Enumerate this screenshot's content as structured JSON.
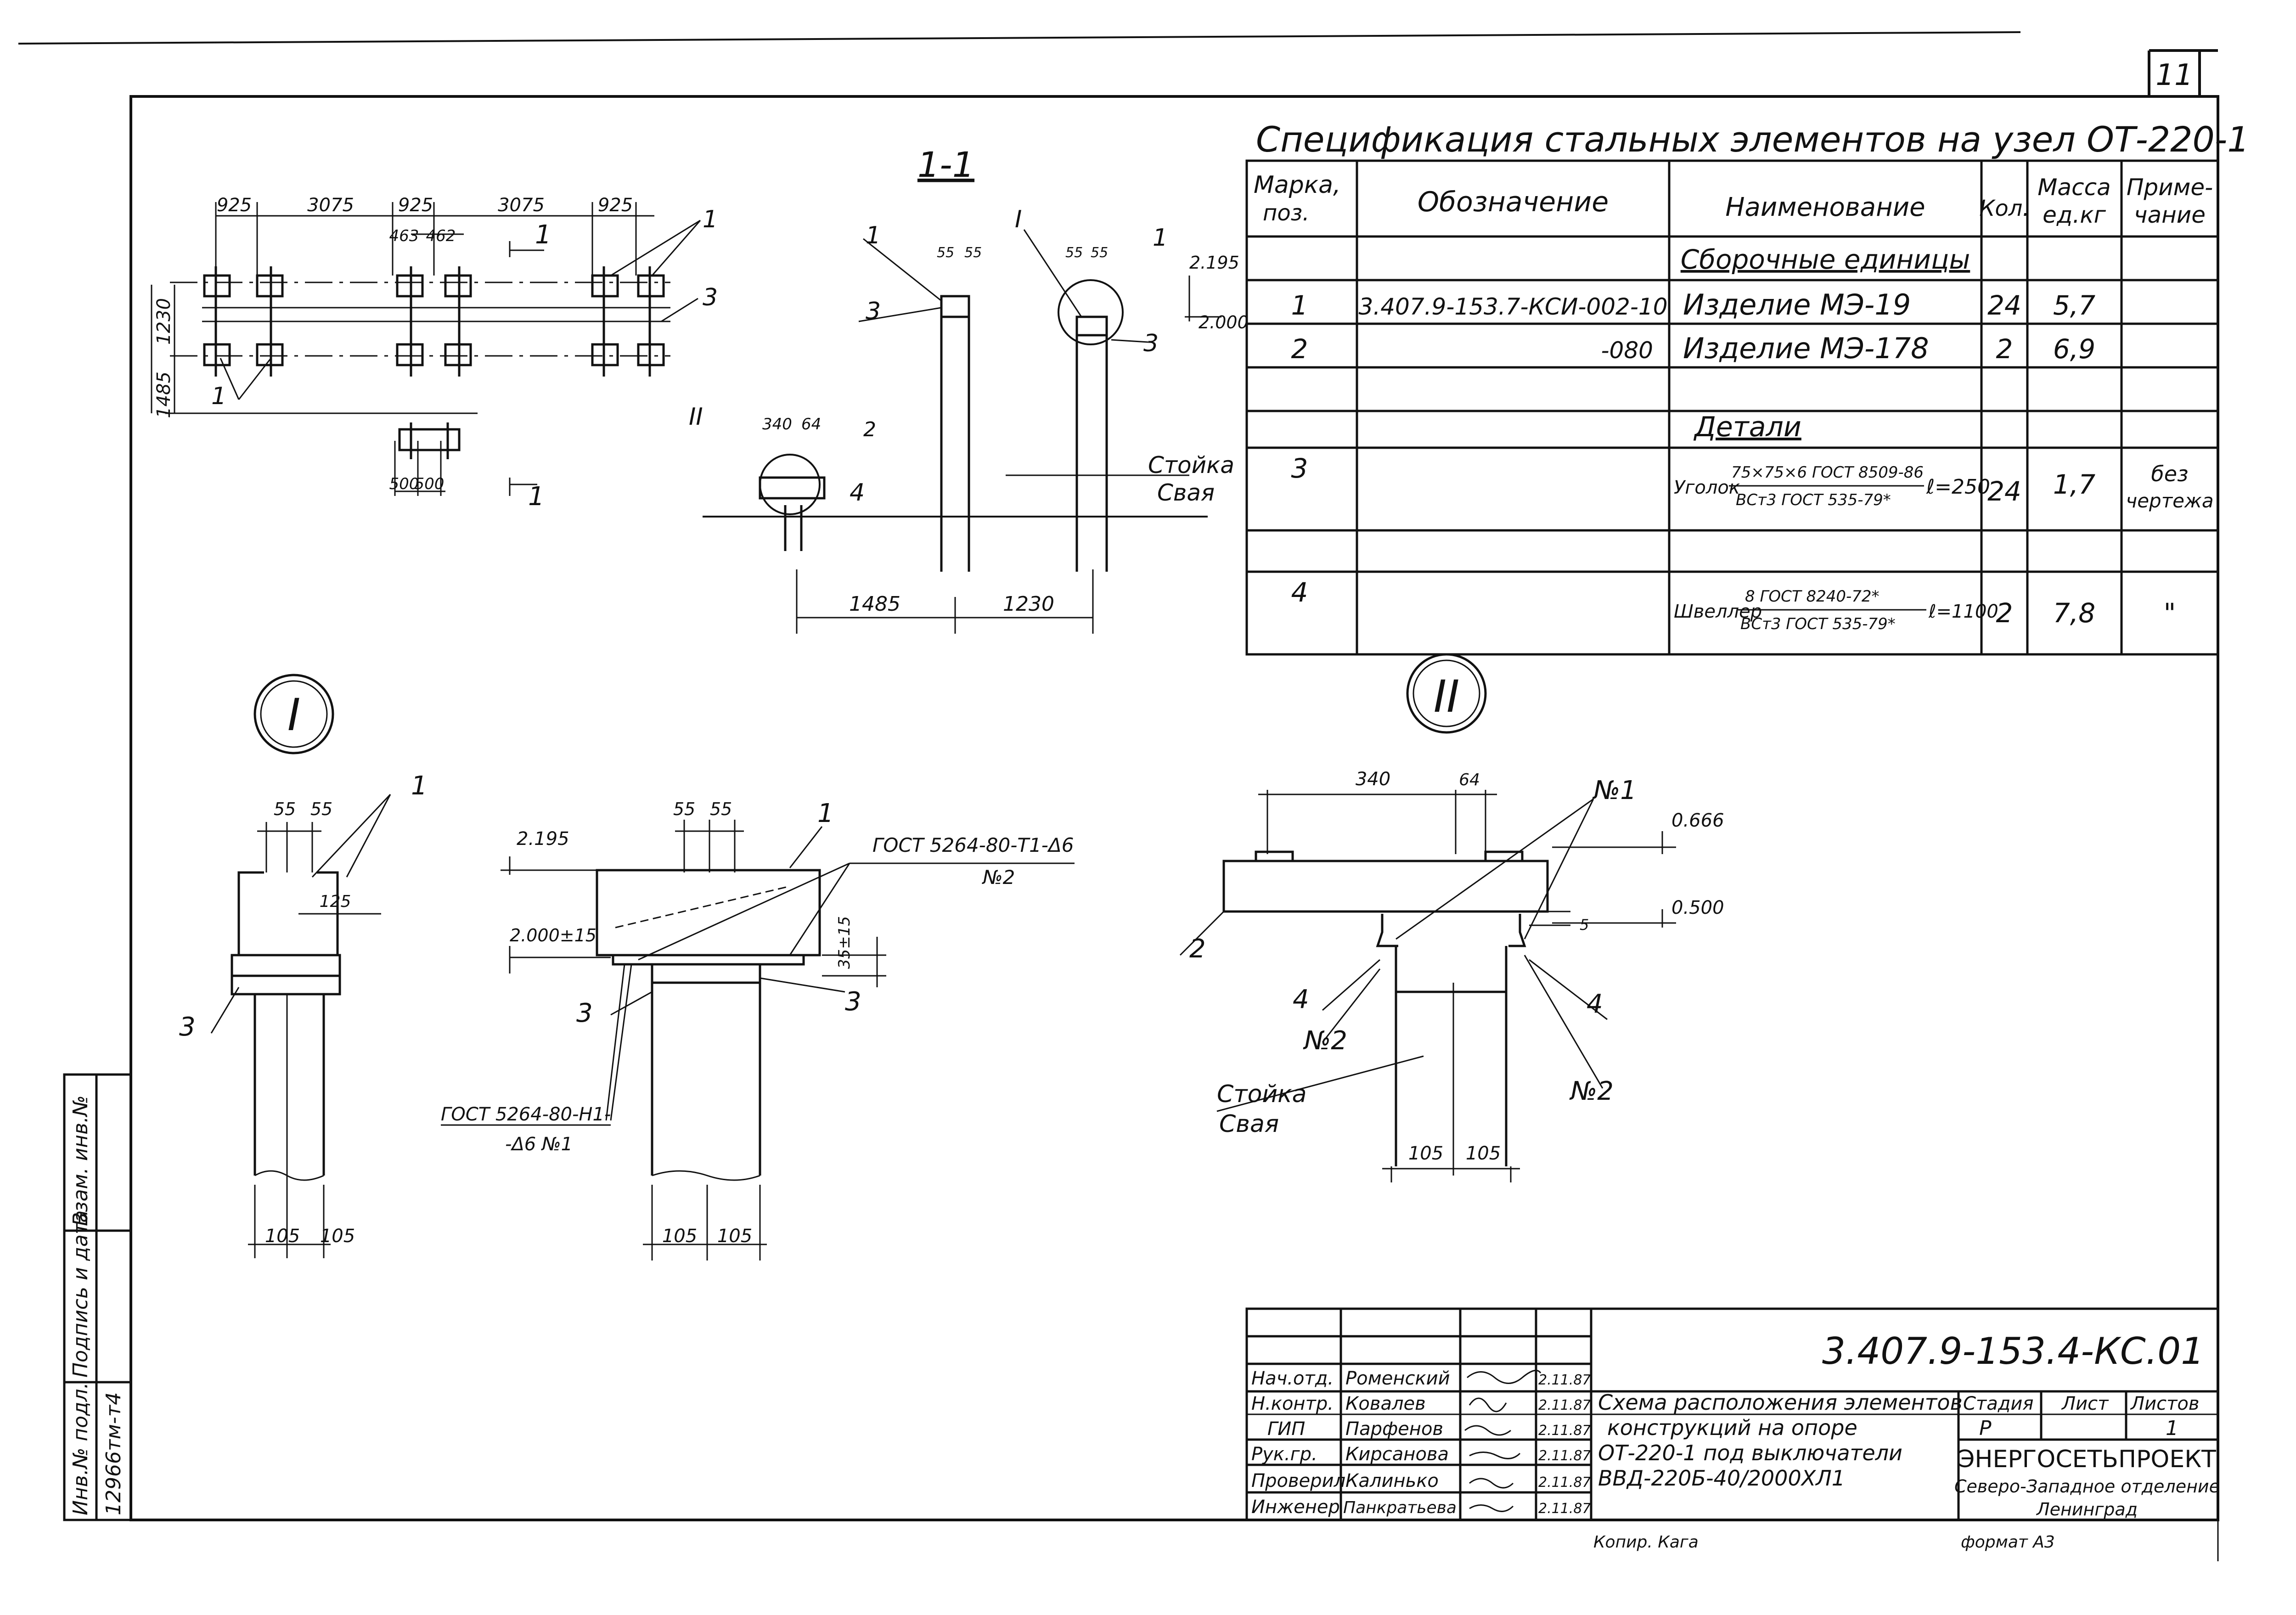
{
  "sheet": {
    "number": "11",
    "code": "3.407.9-153.4-КС.01",
    "copied_by": "Копир. Кага",
    "format": "формат А3"
  },
  "spec": {
    "title": "Спецификация стальных элементов на узел ОТ-220-1",
    "headers": {
      "mark": "Марка, поз.",
      "designation": "Обозначение",
      "name": "Наименование",
      "qty": "Кол.",
      "mass": "Масса ед.кг",
      "note": "Приме- чание"
    },
    "sections": {
      "assemblies": "Сборочные единицы",
      "details": "Детали"
    },
    "rows": [
      {
        "mark": "1",
        "designation": "3.407.9-153.7-КСИ-002-10",
        "name": "Изделие МЭ-19",
        "qty": "24",
        "mass": "5,7",
        "note": ""
      },
      {
        "mark": "2",
        "designation": "-080",
        "name": "Изделие МЭ-178",
        "qty": "2",
        "mass": "6,9",
        "note": ""
      },
      {
        "mark": "3",
        "designation": "",
        "name_prefix": "Уголок",
        "name_top": "75×75×6 ГОСТ 8509-86",
        "name_bottom": "ВСт3 ГОСТ 535-79*",
        "name_suffix": "ℓ=250",
        "qty": "24",
        "mass": "1,7",
        "note": "без чертежа"
      },
      {
        "mark": "4",
        "designation": "",
        "name_prefix": "Швеллер",
        "name_top": "8 ГОСТ 8240-72*",
        "name_bottom": "ВСт3 ГОСТ 535-79*",
        "name_suffix": "ℓ=1100",
        "qty": "2",
        "mass": "7,8",
        "note": "\""
      }
    ]
  },
  "plan": {
    "dims_top": [
      "925",
      "3075",
      "925",
      "3075",
      "925"
    ],
    "dims_inner": [
      "463",
      "462"
    ],
    "dim_left_1": "1230",
    "dim_left_2": "1485",
    "dims_bottom": [
      "500",
      "500"
    ],
    "callouts": [
      "1",
      "3",
      "1"
    ],
    "section_mark": "1"
  },
  "section11": {
    "title": "1-1",
    "dims_small": [
      "55",
      "55",
      "55",
      "55"
    ],
    "dim_a": "340",
    "dim_b": "64",
    "level_top": "2.195",
    "level_bottom": "2.000",
    "dims_bottom": [
      "1485",
      "1230"
    ],
    "labels": {
      "stoika": "Стойка",
      "svaya": "Свая",
      "c1": "1",
      "c3": "3",
      "cI": "I",
      "c1b": "1",
      "c3b": "3",
      "cII": "II",
      "c2": "2",
      "c4": "4"
    }
  },
  "nodeI": {
    "title": "I",
    "dims_top": [
      "55",
      "55"
    ],
    "dim_125": "125",
    "dims_bottom": [
      "105",
      "105"
    ],
    "callouts": {
      "c1": "1",
      "c3": "3"
    }
  },
  "nodeIb": {
    "dims_top": [
      "55",
      "55"
    ],
    "level_top": "2.195",
    "level_mid": "2.000±15",
    "dim_35": "35±15",
    "weld_top": "ГОСТ 5264-80-Т1-Δ6",
    "weld_top_no": "№2",
    "weld_bottom_1": "ГОСТ 5264-80-Н1-",
    "weld_bottom_2": "-Δ6 №1",
    "dims_bottom": [
      "105",
      "105"
    ],
    "callouts": {
      "c1": "1",
      "c3a": "3",
      "c3b": "3"
    }
  },
  "nodeII": {
    "title": "II",
    "dim_340": "340",
    "dim_64": "64",
    "level_top": "0.666",
    "level_bottom": "0.500",
    "dim_5": "5",
    "dims_bottom": [
      "105",
      "105"
    ],
    "labels": {
      "n1": "№1",
      "n2a": "№2",
      "n2b": "№2",
      "c2": "2",
      "c4a": "4",
      "c4b": "4",
      "stoika": "Стойка",
      "svaya": "Свая"
    }
  },
  "titleblock": {
    "description": [
      "Схема расположения элементов",
      "конструкций на опоре",
      "ОТ-220-1 под выключатели",
      "ВВД-220Б-40/2000ХЛ1"
    ],
    "stage_header": "Стадия",
    "sheet_header": "Лист",
    "sheets_header": "Листов",
    "stage": "Р",
    "sheets": "1",
    "org": "ЭНЕРГОСЕТЬПРОЕКТ",
    "org_sub": "Северо-Западное отделение",
    "city": "Ленинград",
    "people": [
      {
        "role": "Нач.отд.",
        "name": "Роменский",
        "date": "2.11.87"
      },
      {
        "role": "Н.контр.",
        "name": "Ковалев",
        "date": "2.11.87"
      },
      {
        "role": "ГИП",
        "name": "Парфенов",
        "date": "2.11.87"
      },
      {
        "role": "Рук.гр.",
        "name": "Кирсанова",
        "date": "2.11.87"
      },
      {
        "role": "Проверил",
        "name": "Калинько",
        "date": "2.11.87"
      },
      {
        "role": "Инженер",
        "name": "Панкратьева",
        "date": "2.11.87"
      }
    ]
  },
  "side_strip": {
    "inv_orig": "Инв.№ подл.",
    "sign_date": "Подпись и дата",
    "vzam": "Взам. инв.№",
    "inv_value": "12966тм-т4"
  }
}
